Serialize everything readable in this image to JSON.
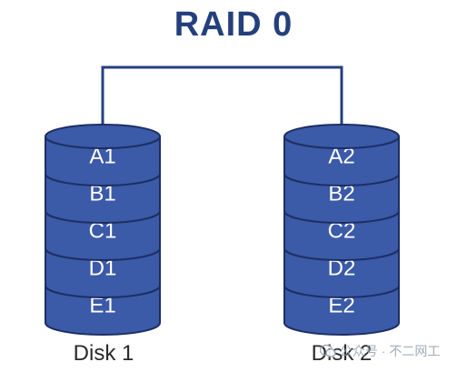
{
  "title": "RAID 0",
  "colors": {
    "title": "#24407c",
    "disk_fill": "#3b5aa8",
    "disk_stroke": "#1d2f63",
    "connector": "#24407c",
    "block_text": "#ffffff"
  },
  "disks": [
    {
      "label": "Disk 1",
      "blocks": [
        "A1",
        "B1",
        "C1",
        "D1",
        "E1"
      ]
    },
    {
      "label": "Disk 2",
      "blocks": [
        "A2",
        "B2",
        "C2",
        "D2",
        "E2"
      ]
    }
  ],
  "watermark": {
    "text": "公众号 · 不二网工",
    "icon": "wechat-icon"
  }
}
